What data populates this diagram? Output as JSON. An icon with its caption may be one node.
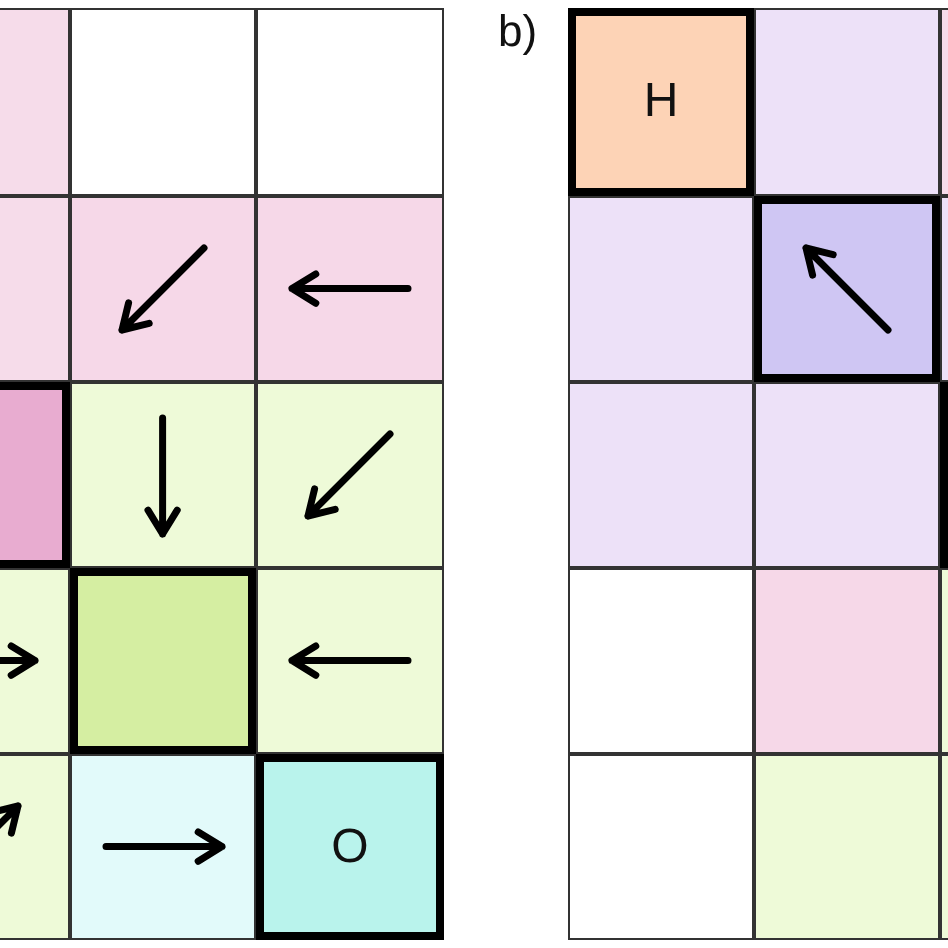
{
  "diagram": {
    "nodes": [
      {
        "text": [],
        "shape": "box"
      },
      {
        "text": [],
        "shape": "box"
      },
      {
        "text": [],
        "shape": "box"
      },
      {
        "text": [],
        "shape": "box"
      },
      {
        "text": [],
        "shape": "box"
      },
      {
        "text": [],
        "shape": "box"
      },
      {
        "text": [],
        "shape": "box"
      },
      {
        "text": [],
        "shape": "box"
      },
      {
        "text": [],
        "shape": "box"
      },
      {
        "text": [],
        "shape": "box"
      },
      {
        "text": [],
        "shape": "box"
      },
      {
        "text": [],
        "shape": "box"
      },
      {
        "text": [],
        "shape": "box"
      },
      {
        "text": [],
        "shape": "box"
      },
      {
        "text": [
          "O"
        ]
      },
      {
        "text": [
          "H"
        ]
      },
      {
        "text": [],
        "shape": "box"
      },
      {
        "text": [],
        "shape": "box"
      },
      {
        "text": [],
        "shape": "box"
      },
      {
        "text": [],
        "shape": "box"
      },
      {
        "text": [],
        "shape": "box"
      },
      {
        "text": [],
        "shape": "box"
      },
      {
        "text": [],
        "shape": "box"
      },
      {
        "text": [],
        "shape": "box"
      },
      {
        "text": [],
        "shape": "box"
      },
      {
        "text": [],
        "shape": "box"
      },
      {
        "text": [],
        "shape": "box"
      },
      {
        "text": [],
        "shape": "box"
      },
      {
        "text": [],
        "shape": "box"
      },
      {
        "text": [],
        "shape": "box"
      }
    ],
    "labels": [
      "b)"
    ]
  }
}
